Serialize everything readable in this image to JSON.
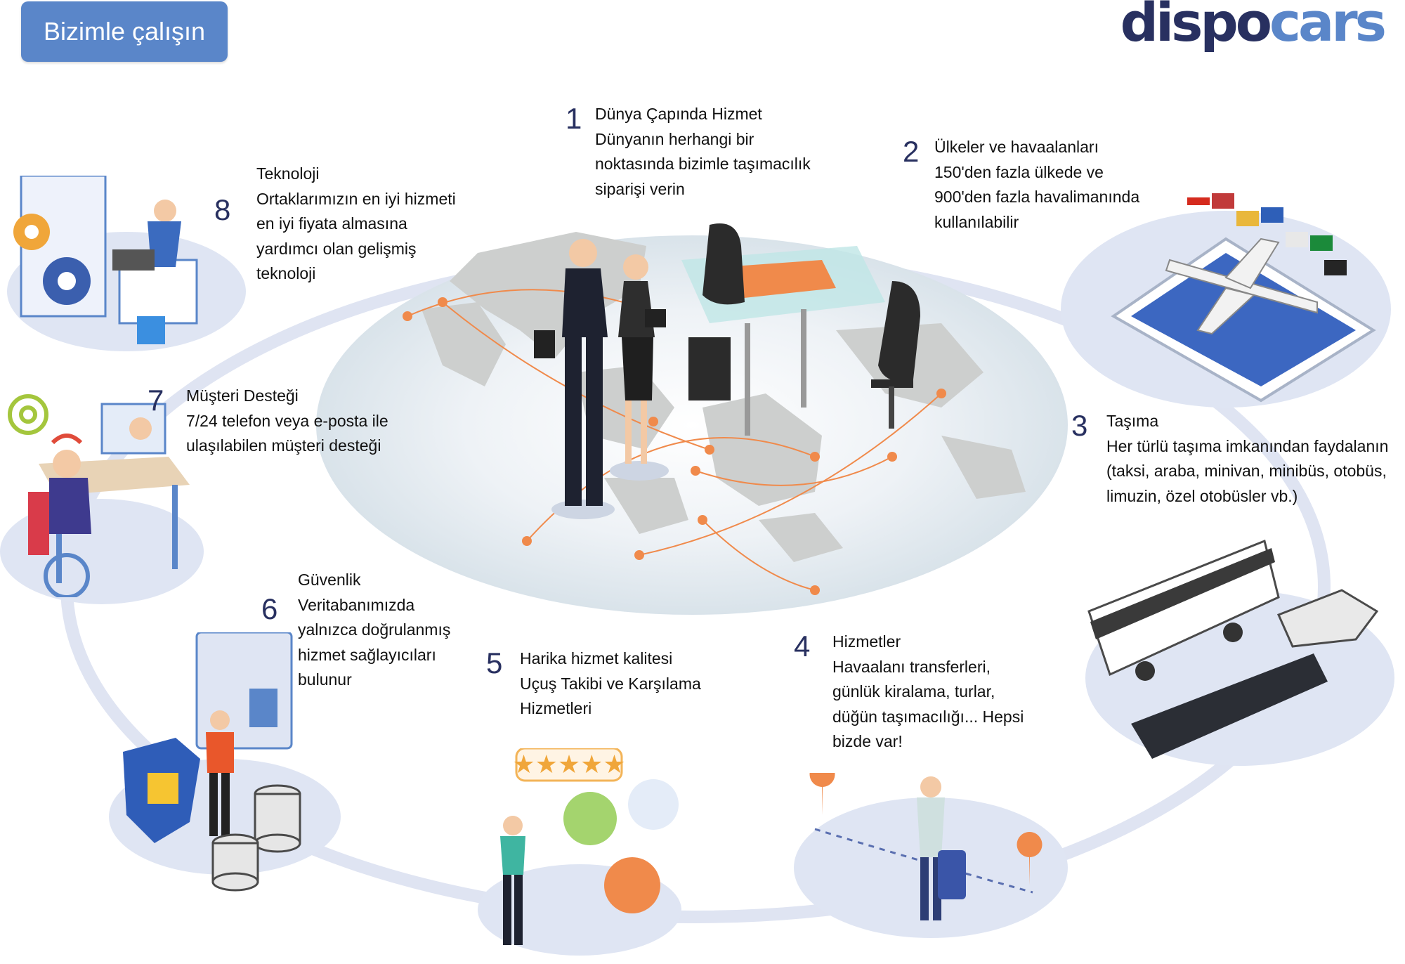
{
  "header": {
    "button_label": "Bizimle çalışın"
  },
  "logo": {
    "part1": "dispo",
    "part2": "cars"
  },
  "colors": {
    "accent": "#5a86c9",
    "navy": "#283060",
    "platform": "#dfe5f3",
    "orange": "#f08a4b"
  },
  "steps": [
    {
      "number": "1",
      "title": "Dünya Çapında Hizmet",
      "lines": [
        "Dünyanın herhangi bir",
        "noktasında bizimle taşımacılık",
        "siparişi verin"
      ]
    },
    {
      "number": "2",
      "title": "Ülkeler ve havaalanları",
      "lines": [
        "150'den fazla ülkede ve",
        "900'den fazla havalimanında",
        "kullanılabilir"
      ]
    },
    {
      "number": "3",
      "title": "Taşıma",
      "lines": [
        "Her türlü taşıma imkanından faydalanın",
        "(taksi, araba, minivan, minibüs, otobüs,",
        "limuzin, özel otobüsler vb.)"
      ]
    },
    {
      "number": "4",
      "title": "Hizmetler",
      "lines": [
        "Havaalanı transferleri,",
        "günlük kiralama, turlar,",
        "düğün taşımacılığı... Hepsi",
        "bizde var!"
      ]
    },
    {
      "number": "5",
      "title": "Harika hizmet kalitesi",
      "lines": [
        "Uçuş Takibi ve Karşılama",
        "Hizmetleri"
      ]
    },
    {
      "number": "6",
      "title": "Güvenlik",
      "lines": [
        "Veritabanımızda",
        "yalnızca doğrulanmış",
        "hizmet sağlayıcıları",
        "bulunur"
      ]
    },
    {
      "number": "7",
      "title": "Müşteri Desteği",
      "lines": [
        "7/24 telefon veya e-posta ile",
        "ulaşılabilen müşteri desteği"
      ]
    },
    {
      "number": "8",
      "title": "Teknoloji",
      "lines": [
        "Ortaklarımızın en iyi hizmeti",
        "en iyi fiyata almasına",
        "yardımcı olan gelişmiş",
        "teknoloji"
      ]
    }
  ],
  "rating": {
    "stars": "★★★★★"
  },
  "icons": [
    "gear-icon",
    "airplane-icon",
    "flag-icon",
    "bus-icon",
    "car-icon",
    "limousine-icon",
    "location-pin-icon",
    "suitcase-icon",
    "star-rating-icon",
    "shield-lock-icon",
    "database-icon",
    "id-card-icon",
    "headset-icon",
    "monitor-icon",
    "laptop-icon",
    "server-icon",
    "world-map-icon",
    "office-chair-icon"
  ]
}
